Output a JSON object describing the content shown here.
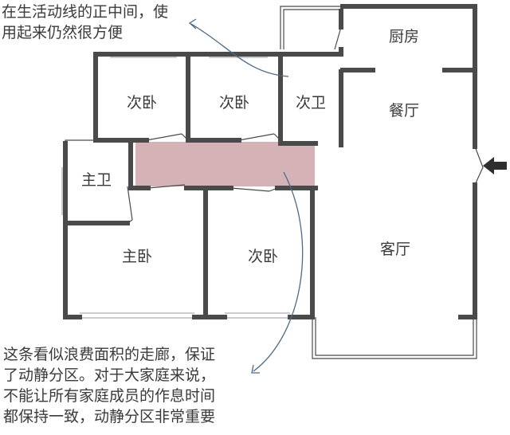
{
  "rooms": {
    "kitchen": "厨房",
    "dining": "餐厅",
    "living": "客厅",
    "second_bedroom_a": "次卧",
    "second_bedroom_b": "次卧",
    "second_bedroom_c": "次卧",
    "second_bath": "次卫",
    "master_bath": "主卫",
    "master_bedroom": "主卧"
  },
  "annotations": {
    "top": [
      "在生活动线的正中间，使",
      "用起来仍然很方便"
    ],
    "bottom": [
      "这条看似浪费面积的走廊，保证",
      "了动静分区。对于大家庭来说，",
      "不能让所有家庭成员的作息时间",
      "都保持一致，动静分区非常重要"
    ]
  },
  "colors": {
    "wall": "#4a4a4a",
    "corridor_highlight": "#d4b2b6",
    "annotation_line": "#4b6a86",
    "entry_arrow": "#2f2f2f"
  },
  "icons": {
    "entry": "arrow-left-icon"
  }
}
